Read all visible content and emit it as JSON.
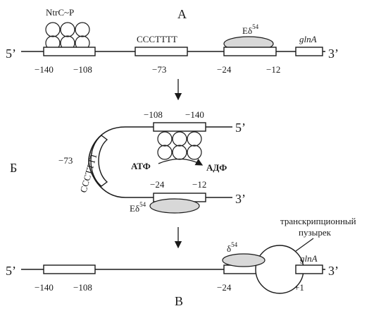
{
  "panels": {
    "a": "А",
    "b": "Б",
    "c": "В"
  },
  "panel_a": {
    "end5": "5’",
    "end3": "3’",
    "activator": "NtrC~P",
    "motif": "CCCTTTT",
    "polymerase": "Eδ",
    "polymerase_sup": "54",
    "gene": "glnA",
    "pos": [
      "−140",
      "−108",
      "−73",
      "−24",
      "−12"
    ]
  },
  "panel_b": {
    "end5": "5’",
    "end3": "3’",
    "pos_top": [
      "−108",
      "−140"
    ],
    "pos_bottom": [
      "−24",
      "−12"
    ],
    "pos_loop": "−73",
    "motif": "CCCTTTT",
    "atp": "АТФ",
    "adp": "АДФ",
    "polymerase": "Eδ",
    "polymerase_sup": "54"
  },
  "panel_c": {
    "end5": "5’",
    "end3": "3’",
    "sigma": "δ",
    "sigma_sup": "54",
    "gene": "glnA",
    "bubble_label_1": "транскрипционный",
    "bubble_label_2": "пузырек",
    "pos": [
      "−140",
      "−108",
      "−24",
      "+1"
    ]
  },
  "colors": {
    "ink": "#1a1a1a",
    "ellipse_fill": "#d8d8d8"
  }
}
